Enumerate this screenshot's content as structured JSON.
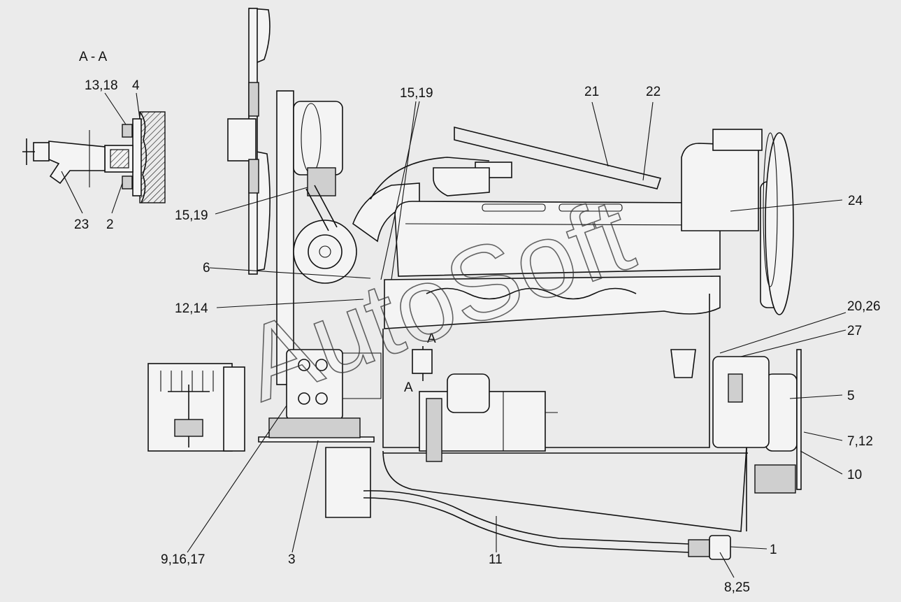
{
  "watermark": "AutoSoft",
  "section_title": "A - A",
  "section_marks": [
    "A",
    "A"
  ],
  "callouts": [
    {
      "id": "c-13-18",
      "text": "13,18"
    },
    {
      "id": "c-4",
      "text": "4"
    },
    {
      "id": "c-23",
      "text": "23"
    },
    {
      "id": "c-2",
      "text": "2"
    },
    {
      "id": "c-15-19-top",
      "text": "15,19"
    },
    {
      "id": "c-21",
      "text": "21"
    },
    {
      "id": "c-22",
      "text": "22"
    },
    {
      "id": "c-24",
      "text": "24"
    },
    {
      "id": "c-15-19-left",
      "text": "15,19"
    },
    {
      "id": "c-6",
      "text": "6"
    },
    {
      "id": "c-12-14",
      "text": "12,14"
    },
    {
      "id": "c-20-26",
      "text": "20,26"
    },
    {
      "id": "c-27",
      "text": "27"
    },
    {
      "id": "c-5",
      "text": "5"
    },
    {
      "id": "c-7-12",
      "text": "7,12"
    },
    {
      "id": "c-10",
      "text": "10"
    },
    {
      "id": "c-1",
      "text": "1"
    },
    {
      "id": "c-8-25",
      "text": "8,25"
    },
    {
      "id": "c-9-16-17",
      "text": "9,16,17"
    },
    {
      "id": "c-3",
      "text": "3"
    },
    {
      "id": "c-11",
      "text": "11"
    }
  ]
}
